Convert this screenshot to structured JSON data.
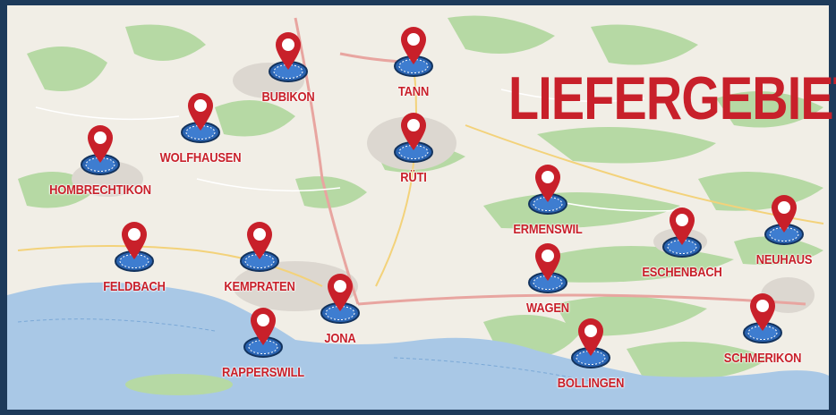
{
  "title": "LIEFERGEBIETE",
  "colors": {
    "accent": "#c8202a",
    "lake": "#a9c8e6",
    "forest": "#a8d19a",
    "land": "#f2efe9",
    "frame": "#1d3a5a"
  },
  "pin_icon": "map-pin-pizza-icon",
  "locations": [
    {
      "id": "bubikon",
      "name": "BUBIKON"
    },
    {
      "id": "tann",
      "name": "TANN"
    },
    {
      "id": "wolfhausen",
      "name": "WOLFHAUSEN"
    },
    {
      "id": "rueti",
      "name": "RÜTI"
    },
    {
      "id": "hombrechtikon",
      "name": "HOMBRECHTIKON"
    },
    {
      "id": "ermenswil",
      "name": "ERMENSWIL"
    },
    {
      "id": "feldbach",
      "name": "FELDBACH"
    },
    {
      "id": "kempraten",
      "name": "KEMPRATEN"
    },
    {
      "id": "eschenbach",
      "name": "ESCHENBACH"
    },
    {
      "id": "neuhaus",
      "name": "NEUHAUS"
    },
    {
      "id": "wagen",
      "name": "WAGEN"
    },
    {
      "id": "jona",
      "name": "JONA"
    },
    {
      "id": "rapperswill",
      "name": "RAPPERSWILL"
    },
    {
      "id": "schmerikon",
      "name": "SCHMERIKON"
    },
    {
      "id": "bollingen",
      "name": "BOLLINGEN"
    }
  ]
}
